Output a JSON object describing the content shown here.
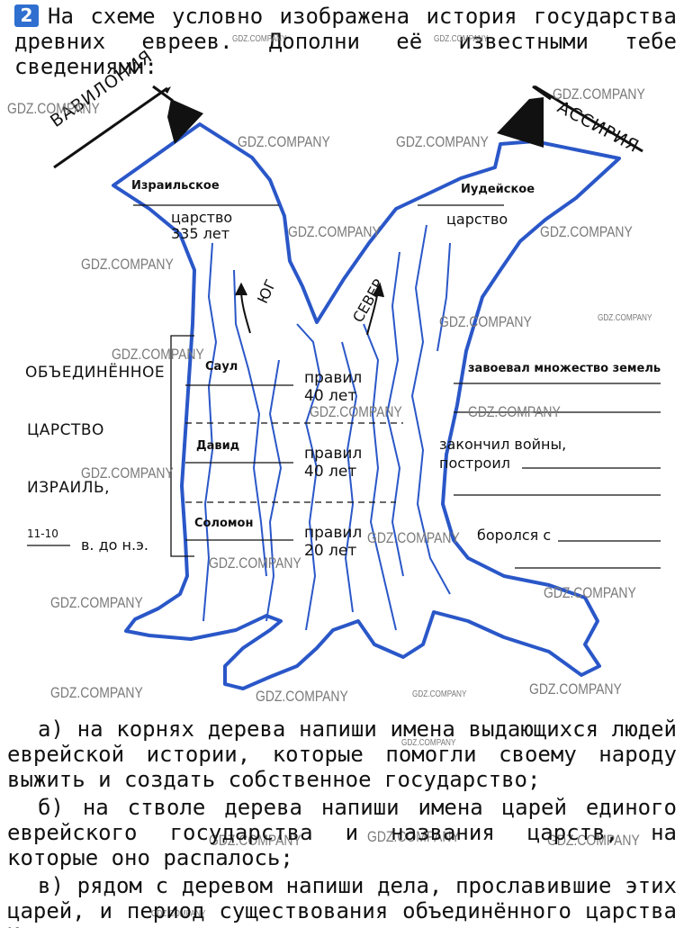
{
  "task": {
    "number": "2",
    "text": "На схеме условно изображена история государства древних евреев. Дополни её известными тебе сведениями:"
  },
  "countries": {
    "left": "ВАВИЛОНИЯ",
    "right": "АССИРИЯ"
  },
  "kingdoms": {
    "israel_name": "Израильское",
    "israel_word": "царство",
    "israel_years": "335 лет",
    "judea_name": "Иудейское",
    "judea_word": "царство"
  },
  "directions": {
    "south": "ЮГ",
    "north": "СЕВЕР"
  },
  "united": {
    "line1": "ОБЪЕДИНЁННОЕ",
    "line2": "ЦАРСТВО",
    "line3": "ИЗРАИЛЬ,",
    "century": "11-10",
    "century_suffix": "в. до н.э."
  },
  "kings": [
    {
      "name": "Саул",
      "ruled": "правил",
      "years": "40 лет",
      "deed": "завоевал множество земель"
    },
    {
      "name": "Давид",
      "ruled": "правил",
      "years": "40 лет",
      "deed": "закончил войны,",
      "deed2": "построил"
    },
    {
      "name": "Соломон",
      "ruled": "правил",
      "years": "20 лет",
      "deed": "боролся с"
    }
  ],
  "instructions": {
    "a": "а) на корнях дерева напиши имена выдающихся людей еврейской истории, которые помогли своему народу выжить и создать собственное государство;",
    "b": "б) на стволе дерева напиши имена царей единого еврейского государства и названия царств, на которые оно распалось;",
    "c": "в) рядом с деревом напиши дела, прославившие этих царей, и период существования объединённого царства Израиль."
  },
  "watermark": "GDZ.COMPANY",
  "colors": {
    "tree_outline": "#2a57c8",
    "badge": "#2f6fcf",
    "ink": "#111111"
  }
}
